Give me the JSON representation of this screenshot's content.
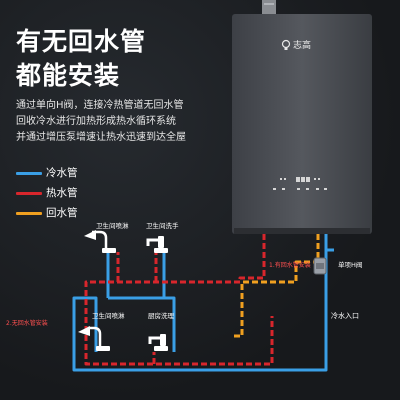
{
  "headline": {
    "line1": "有无回水管",
    "line2": "都能安装"
  },
  "description": [
    "通过单向H阀，连接冷热管道无回水管",
    "回收冷水进行加热形成热水循环系统",
    "并通过增压泵增速让热水迅速到达全屋"
  ],
  "brand": "志高",
  "legend": [
    {
      "label": "冷水管",
      "color": "#3a9fe6"
    },
    {
      "label": "热水管",
      "color": "#d8262c"
    },
    {
      "label": "回水管",
      "color": "#f0a020"
    }
  ],
  "fixtures": [
    {
      "label": "卫生间喷淋",
      "icon": "shower-head-icon"
    },
    {
      "label": "卫生间洗手",
      "icon": "faucet-icon"
    },
    {
      "label": "卫生间喷淋",
      "icon": "shower-head-icon"
    },
    {
      "label": "厨房洗理",
      "icon": "faucet-icon"
    }
  ],
  "annotations": {
    "step1": "1.有回水管安装",
    "step2": "2.无回水管安装",
    "valve": "单项H阀",
    "inlet": "冷水入口"
  },
  "colors": {
    "cold": "#3a9fe6",
    "hot": "#d8262c",
    "return": "#f0a020",
    "heater_body": "#4a4d53",
    "background": "#17191c"
  }
}
